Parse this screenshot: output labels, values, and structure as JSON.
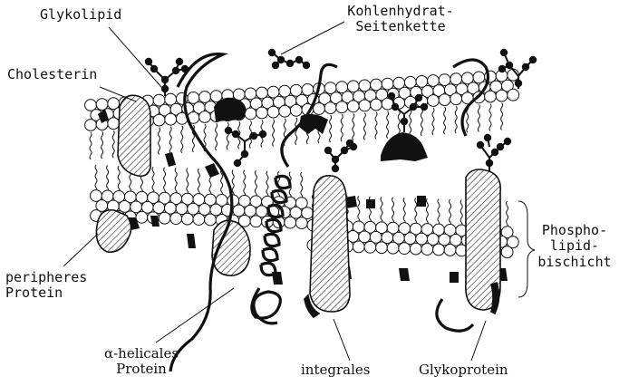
{
  "labels": {
    "glycolipid": "Glykolipid",
    "carbohydrate_line1": "Kohlenhydrat-",
    "carbohydrate_line2": "Seitenkette",
    "cholesterol": "Cholesterin",
    "peripheral_line1": "peripheres",
    "peripheral_line2": "Protein",
    "phospholipid_line1": "Phospho-",
    "phospholipid_line2": "lipid-",
    "phospholipid_line3": "bischicht",
    "alpha_helical_line1": "α-helicales",
    "alpha_helical_line2": "Protein",
    "integral": "integrales",
    "glycoprotein": "Glykoprotein"
  },
  "colors": {
    "ink": "#111111",
    "background": "#ffffff"
  }
}
